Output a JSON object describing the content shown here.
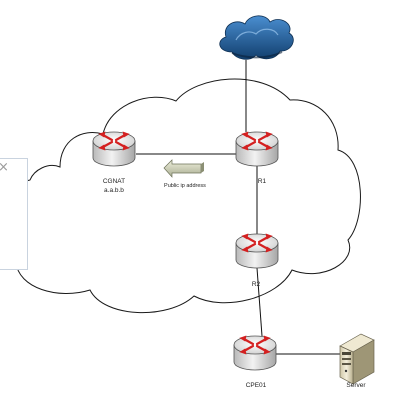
{
  "nodes": {
    "cgnat": {
      "name": "CGNAT",
      "address": "a.a.b.b"
    },
    "r1": {
      "name": "R1"
    },
    "r2": {
      "name": "R2"
    },
    "cpe01": {
      "name": "CPE01"
    },
    "server": {
      "name": "Server"
    }
  },
  "link_label": "Public ip address",
  "side_panel": {
    "close_glyph": "×"
  },
  "icons": [
    "internet-cloud-icon",
    "router-icon",
    "server-icon",
    "arrow-left-icon"
  ],
  "colors": {
    "router_arrow": "#d42020",
    "cloud_blue": "#1f5f98",
    "line": "#111111"
  }
}
